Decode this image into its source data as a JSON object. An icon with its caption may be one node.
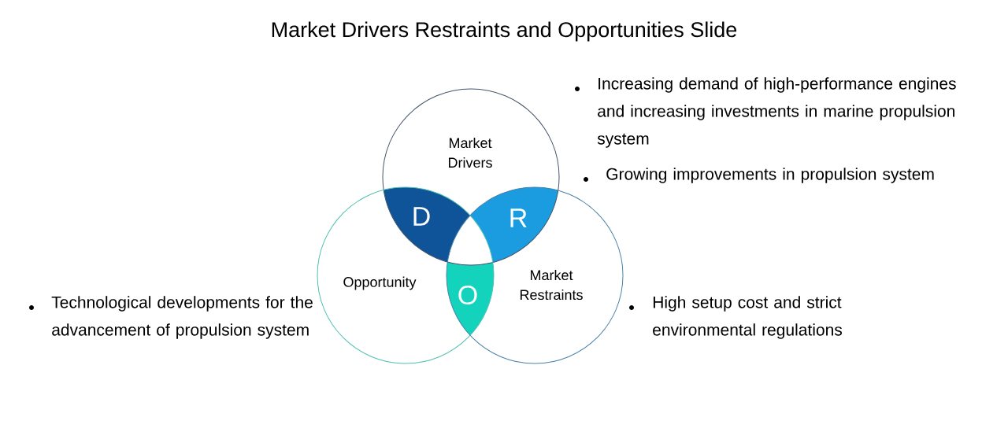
{
  "diagram": {
    "title": "Market Drivers Restraints and Opportunities Slide",
    "nodes": [
      {
        "text": [
          "Market Drivers"
        ]
      },
      {
        "text": [
          "Opportunity"
        ]
      },
      {
        "text": [
          "Market Restraints"
        ]
      },
      {
        "text": [
          "D"
        ]
      },
      {
        "text": [
          "R"
        ]
      },
      {
        "text": [
          "O"
        ]
      }
    ],
    "edges": [],
    "labels": [
      "Increasing demand of high-performance engines and increasing investments in marine propulsion system",
      "Growing improvements in propulsion system",
      "Technological developments for the advancement of propulsion system",
      "High setup cost and strict environmental regulations"
    ]
  }
}
